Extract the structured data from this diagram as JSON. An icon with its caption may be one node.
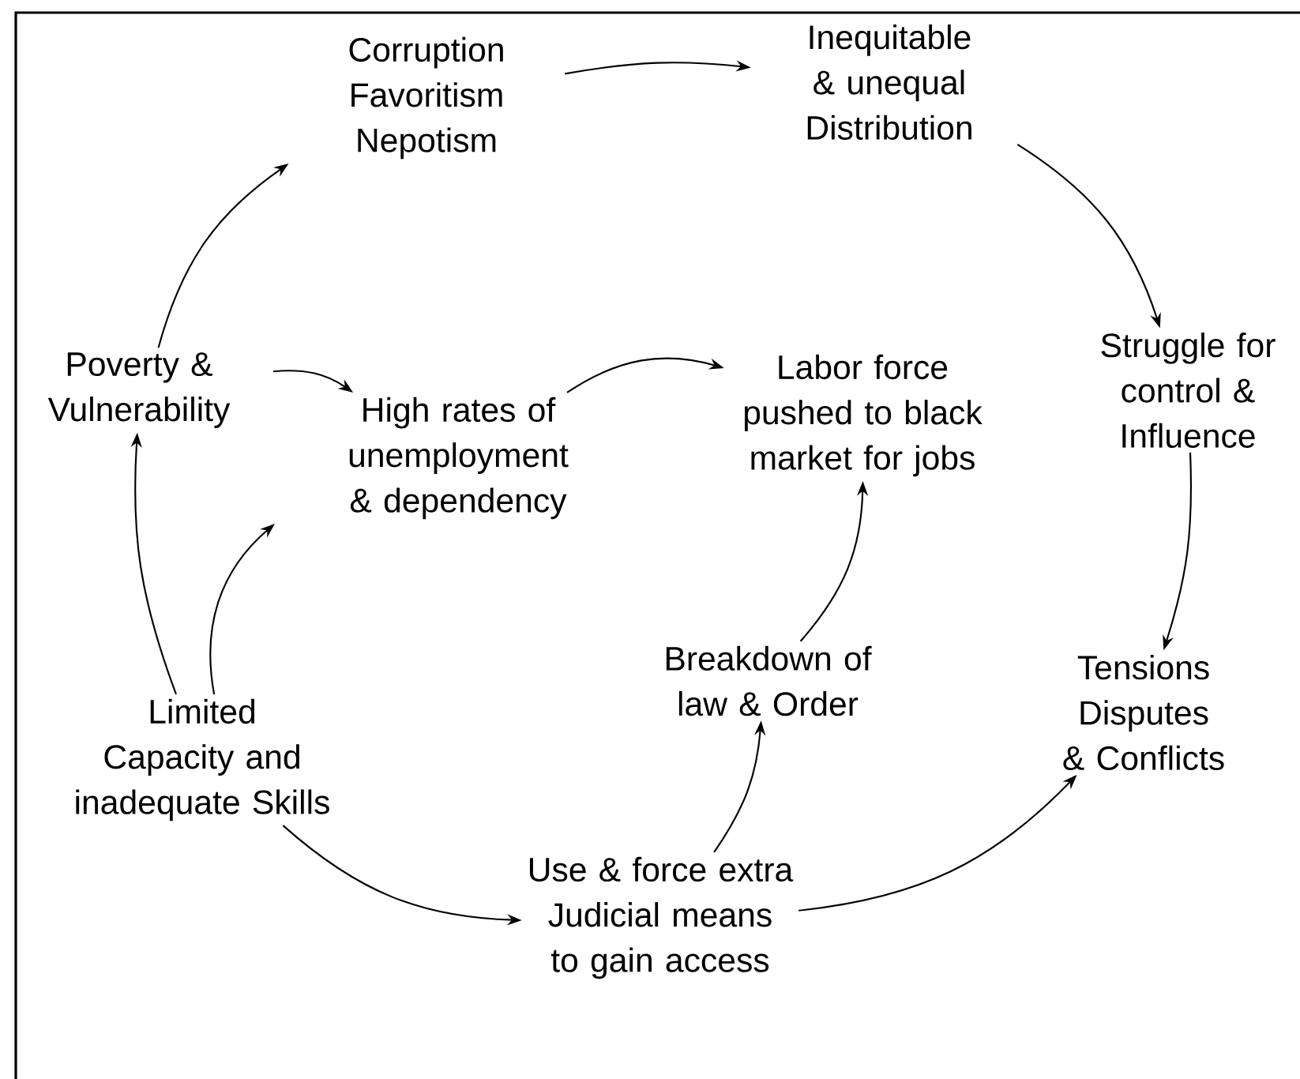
{
  "diagram": {
    "nodes": [
      {
        "text": [
          "Corruption Favoritism Nepotism"
        ]
      },
      {
        "text": [
          "Inequitable & unequal Distribution"
        ]
      },
      {
        "text": [
          "Poverty & Vulnerability"
        ]
      },
      {
        "text": [
          "High rates of unemployment & dependency"
        ]
      },
      {
        "text": [
          "Labor force pushed to black market for jobs"
        ]
      },
      {
        "text": [
          "Struggle for control & Influence"
        ]
      },
      {
        "text": [
          "Limited Capacity and inadequate Skills"
        ]
      },
      {
        "text": [
          "Breakdown of law & Order"
        ]
      },
      {
        "text": [
          "Tensions Disputes & Conflicts"
        ]
      },
      {
        "text": [
          "Use & force extra Judicial means to gain access"
        ]
      }
    ],
    "edges": [
      {
        "from": 0,
        "to": 1,
        "arrow": "to"
      },
      {
        "from": 1,
        "to": 5,
        "arrow": "to"
      },
      {
        "from": 2,
        "to": 0,
        "arrow": "to"
      },
      {
        "from": 2,
        "to": 3,
        "arrow": "to"
      },
      {
        "from": 3,
        "to": 4,
        "arrow": "to"
      },
      {
        "from": 5,
        "to": 8,
        "arrow": "to"
      },
      {
        "from": 6,
        "to": 2,
        "arrow": "to"
      },
      {
        "from": 6,
        "to": 3,
        "arrow": "to"
      },
      {
        "from": 6,
        "to": 9,
        "arrow": "to"
      },
      {
        "from": 9,
        "to": 7,
        "arrow": "to"
      },
      {
        "from": 7,
        "to": 4,
        "arrow": "to"
      },
      {
        "from": 9,
        "to": 8,
        "arrow": "to"
      }
    ]
  }
}
